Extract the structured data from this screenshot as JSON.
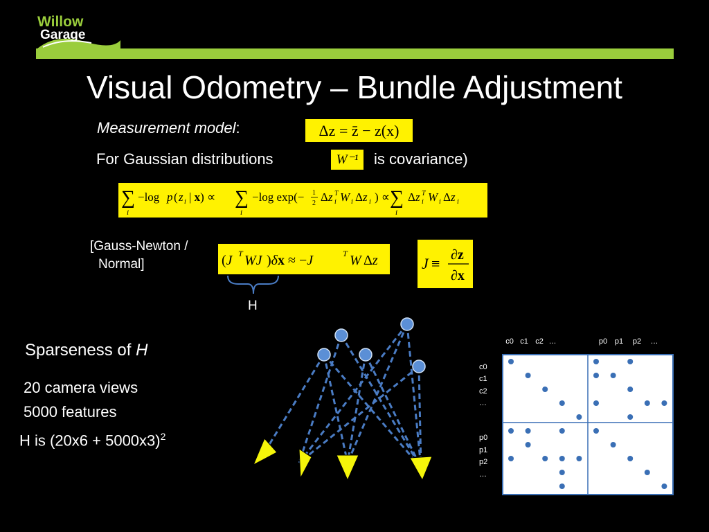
{
  "logo": {
    "line1": "Willow",
    "line2": "Garage"
  },
  "title": "Visual Odometry – Bundle Adjustment",
  "measurement": {
    "label": "Measurement model",
    "colon": ":",
    "equation": "Δz = z̄ − z(x)"
  },
  "gaussian": {
    "prefix": "For Gaussian distributions",
    "w_symbol": "W⁻¹",
    "suffix": "is covariance)"
  },
  "gauss_newton": {
    "label_line1": "[Gauss-Newton /",
    "label_line2": "Normal]",
    "brace_label": "H"
  },
  "sparseness": {
    "title_prefix": "Sparseness of ",
    "title_var": "H",
    "line1": "20 camera views",
    "line2": "5000 features",
    "line3_prefix": "H is (20x6 + 5000x3)",
    "line3_sup": "2"
  },
  "matrix": {
    "col_labels": [
      "c0",
      "c1",
      "c2",
      "…",
      "p0",
      "p1",
      "p2",
      "…"
    ],
    "row_labels": [
      "c0",
      "c1",
      "c2",
      "…",
      "p0",
      "p1",
      "p2",
      "…"
    ],
    "dots": [
      [
        0,
        0
      ],
      [
        1,
        1
      ],
      [
        2,
        2
      ],
      [
        3,
        3
      ],
      [
        4,
        4
      ],
      [
        0,
        5
      ],
      [
        0,
        7
      ],
      [
        1,
        5
      ],
      [
        1,
        6
      ],
      [
        2,
        7
      ],
      [
        3,
        5
      ],
      [
        3,
        8
      ],
      [
        3,
        9
      ],
      [
        4,
        7
      ],
      [
        5,
        0
      ],
      [
        5,
        1
      ],
      [
        5,
        3
      ],
      [
        5,
        5
      ],
      [
        6,
        1
      ],
      [
        6,
        6
      ],
      [
        7,
        0
      ],
      [
        7,
        2
      ],
      [
        7,
        3
      ],
      [
        7,
        4
      ],
      [
        7,
        7
      ],
      [
        8,
        3
      ],
      [
        8,
        8
      ],
      [
        9,
        3
      ],
      [
        9,
        9
      ]
    ]
  },
  "colors": {
    "accent": "#9ACD3C",
    "equation_bg": "#FFF200",
    "graph_node": "#5B8FD6",
    "graph_edge": "#4A7CC4",
    "triangle": "#F5F50A",
    "matrix_border": "#3A6FB5"
  }
}
